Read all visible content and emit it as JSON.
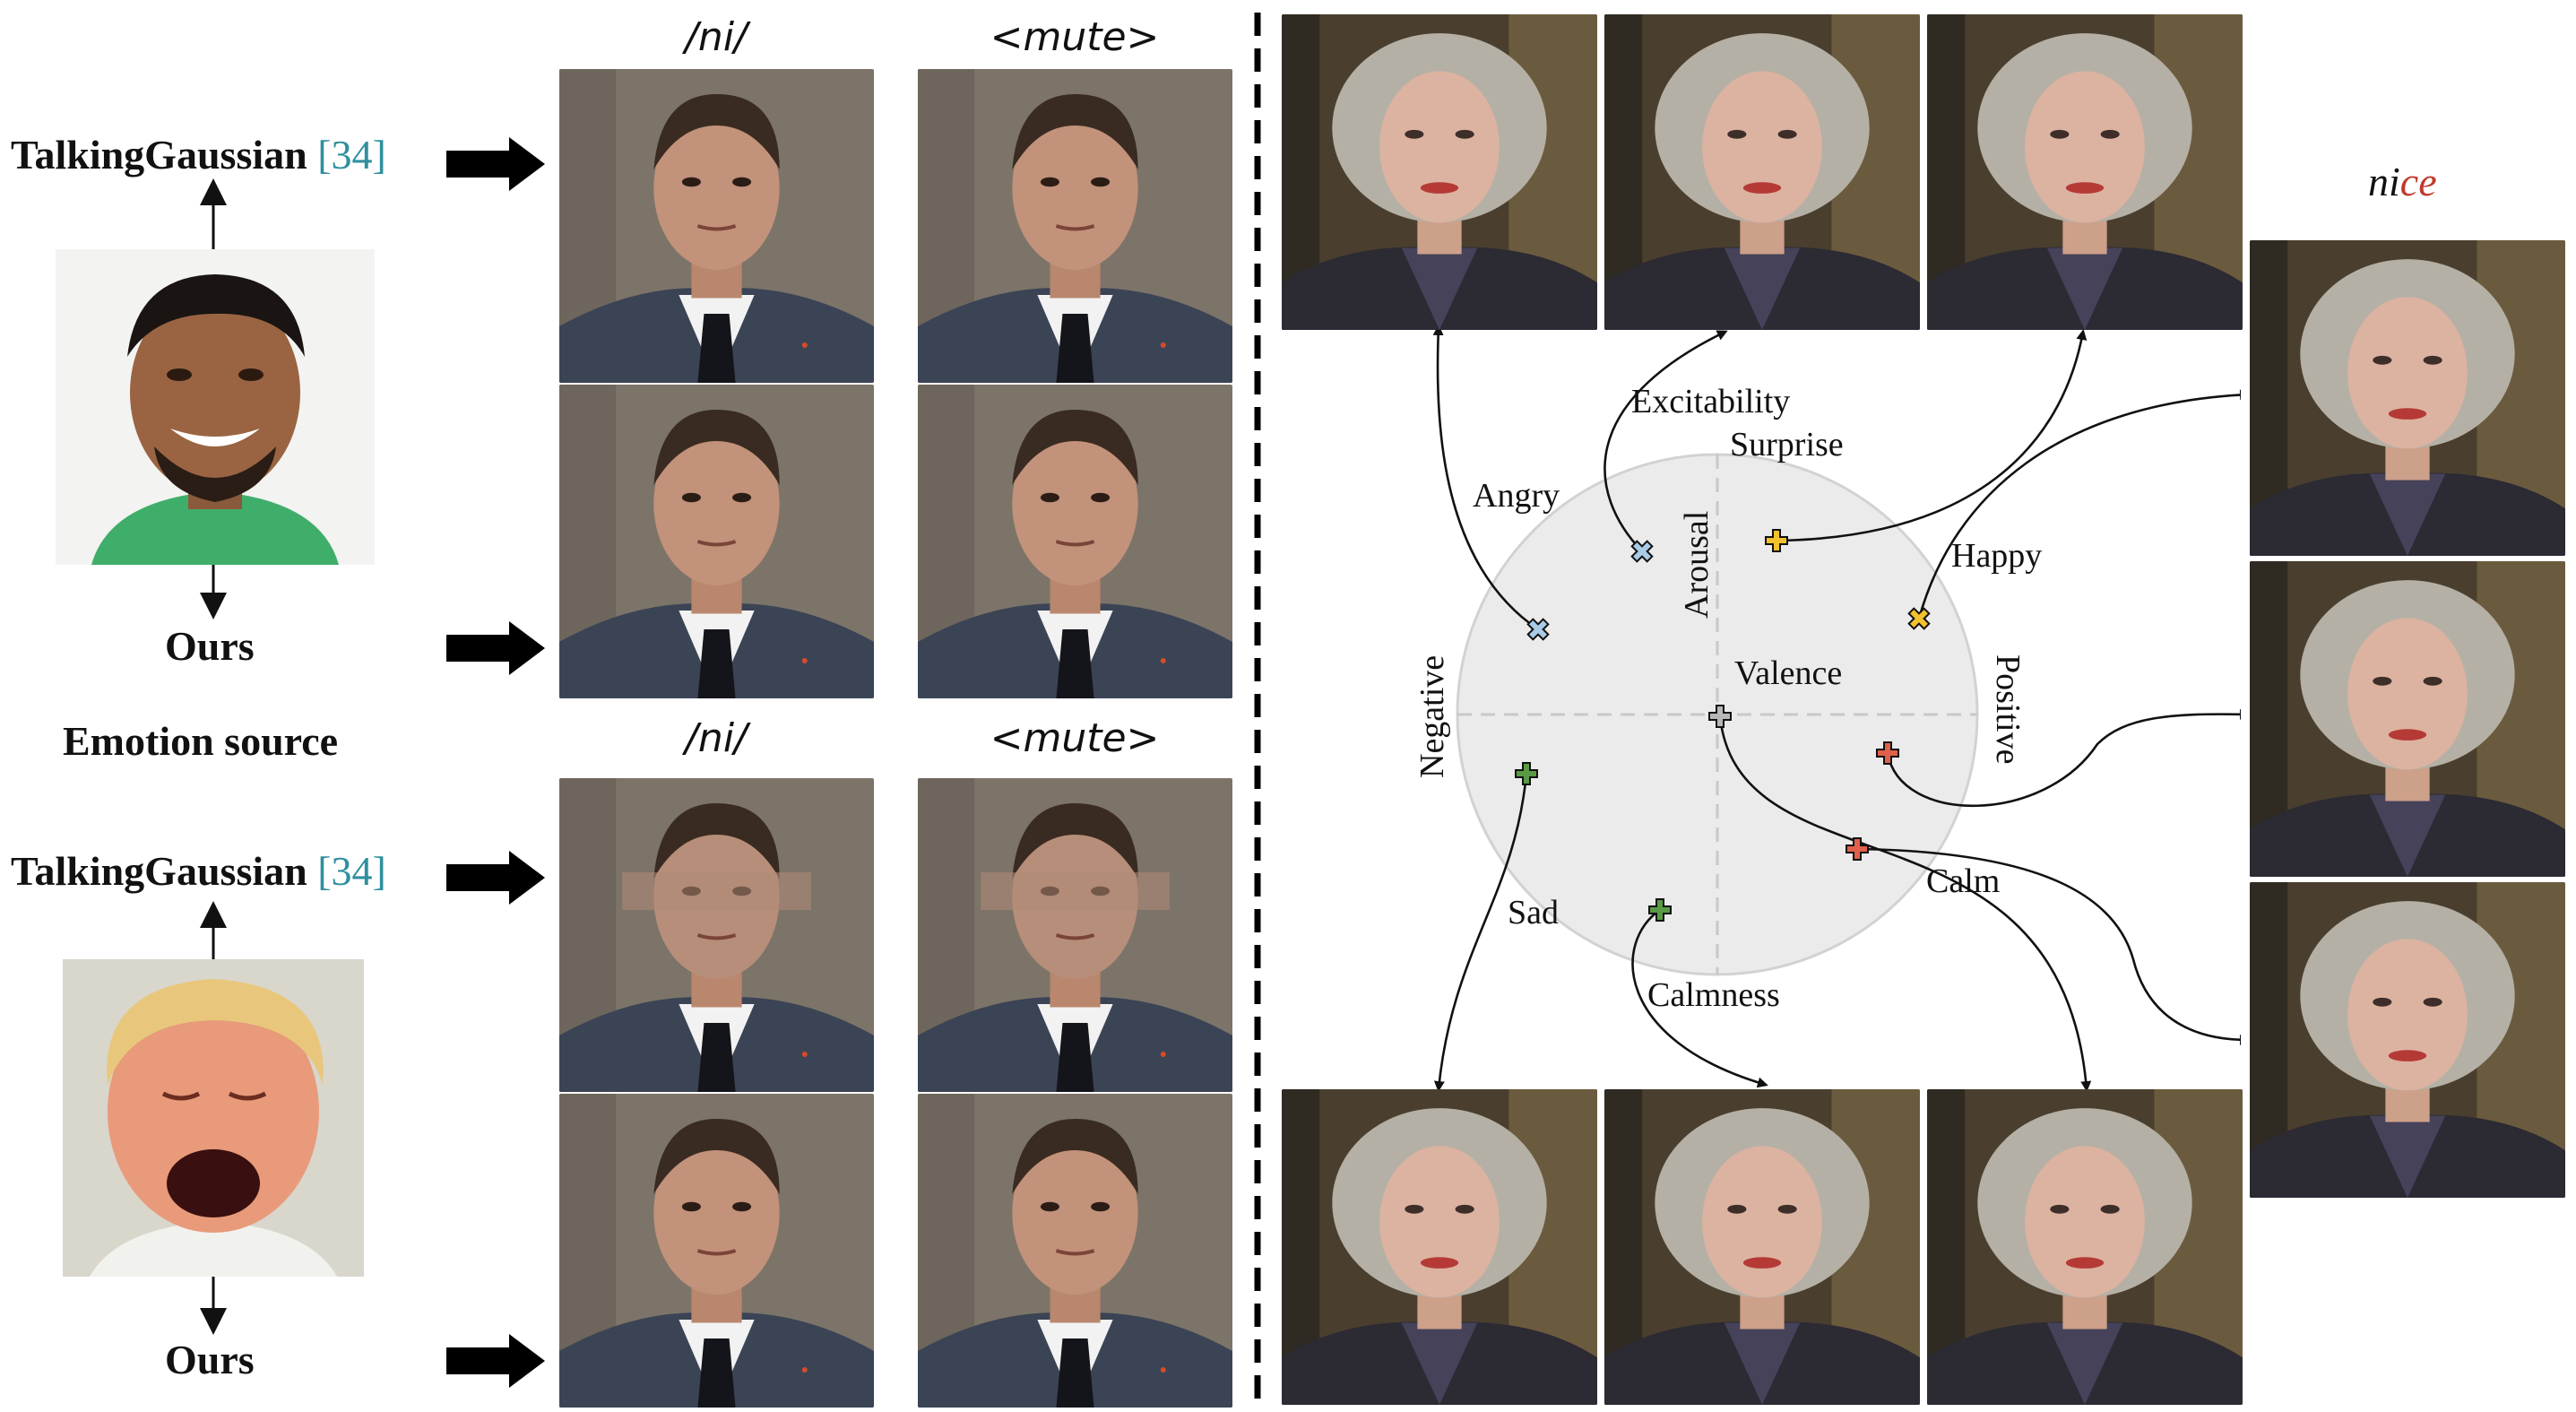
{
  "left_panel": {
    "method_label": "TalkingGaussian",
    "ref_label": "[34]",
    "ours_label": "Ours",
    "emotion_source_label": "Emotion source",
    "col_head_1": "/ni/",
    "col_head_2": "<mute>"
  },
  "right_panel": {
    "nice_prefix": "ni",
    "nice_suffix": "ce",
    "axis_valence": "Valence",
    "axis_arousal": "Arousal",
    "axis_negative": "Negative",
    "axis_positive": "Positive",
    "emotions": {
      "excitability": "Excitability",
      "surprise": "Surprise",
      "angry": "Angry",
      "happy": "Happy",
      "sad": "Sad",
      "calm": "Calm",
      "calmness": "Calmness"
    }
  },
  "colors": {
    "citation": "#2f8f9d",
    "nice_accent": "#c0392b",
    "marker_blue": "#a9cbe6",
    "marker_yellow": "#f2c12e",
    "marker_gray": "#b7b7b7",
    "marker_red": "#e0604a",
    "marker_green": "#5a9a44"
  }
}
